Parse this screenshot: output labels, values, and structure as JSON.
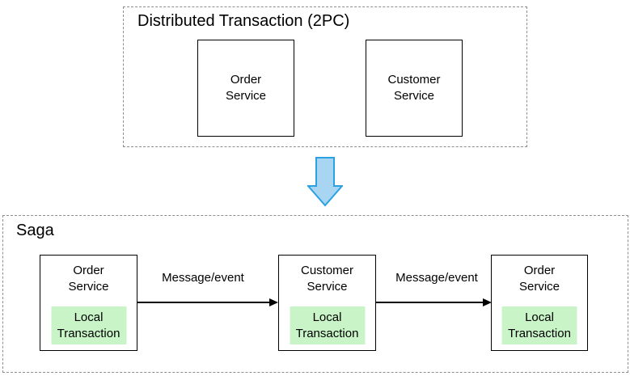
{
  "colors": {
    "background": "#ffffff",
    "dashed_border": "#8e8e8e",
    "box_border": "#000000",
    "local_transaction_fill": "#c8f4c8",
    "down_arrow_fill": "#a8d5f2",
    "down_arrow_stroke": "#2ba1e2",
    "text": "#000000"
  },
  "two_pc": {
    "title": "Distributed Transaction (2PC)",
    "services": [
      {
        "label": "Order\nService"
      },
      {
        "label": "Customer\nService"
      }
    ]
  },
  "transform_arrow": {
    "icon": "down-arrow"
  },
  "saga": {
    "title": "Saga",
    "services": [
      {
        "label": "Order\nService",
        "local": "Local\nTransaction"
      },
      {
        "label": "Customer\nService",
        "local": "Local\nTransaction"
      },
      {
        "label": "Order\nService",
        "local": "Local\nTransaction"
      }
    ],
    "edges": [
      {
        "label": "Message/event"
      },
      {
        "label": "Message/event"
      }
    ]
  }
}
